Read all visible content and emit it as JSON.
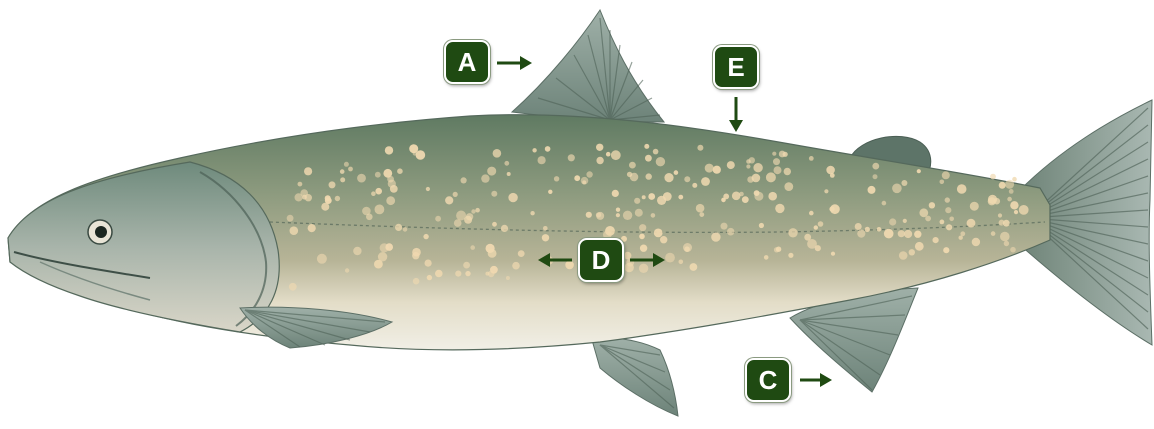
{
  "labels": {
    "a": "A",
    "c": "C",
    "d": "D",
    "e": "E"
  },
  "colors": {
    "badge": "#1f4a12",
    "badge_border": "#ffffff",
    "arrow": "#1f4a12",
    "body_back": "#6f8a6c",
    "body_mid": "#9aa48a",
    "belly": "#e9e6da",
    "fin": "#7e938a",
    "spot": "#f0d9b0"
  },
  "icons": {
    "pointer": "arrow-icon"
  }
}
